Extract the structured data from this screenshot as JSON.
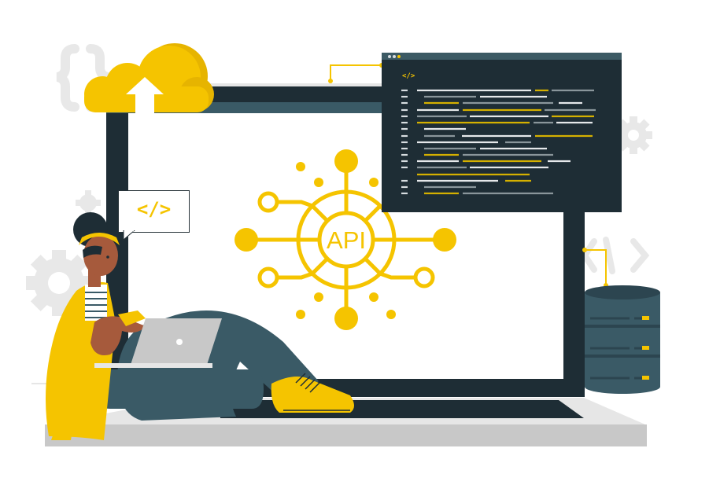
{
  "illustration": {
    "subject": "Woman with laptop sitting beside a large monitor showing an API network diagram",
    "api_hub_label": "API",
    "speech_bubble_text": "</>",
    "code_window": {
      "tag_label": "</>",
      "title_dots": 3,
      "line_count": 17
    },
    "background_glyphs": [
      "{ }",
      "</>",
      "gear",
      "gear",
      "gear"
    ],
    "cloud": {
      "arrow": "upload"
    },
    "database": {
      "layers": 3
    }
  },
  "colors": {
    "accent_yellow": "#f5c400",
    "dark_navy": "#1e2d35",
    "slate_teal": "#3a5a66",
    "light_gray": "#e6e6e6",
    "shelf_gray": "#c8c8c8",
    "skin": "#a65a3c",
    "white": "#ffffff"
  }
}
